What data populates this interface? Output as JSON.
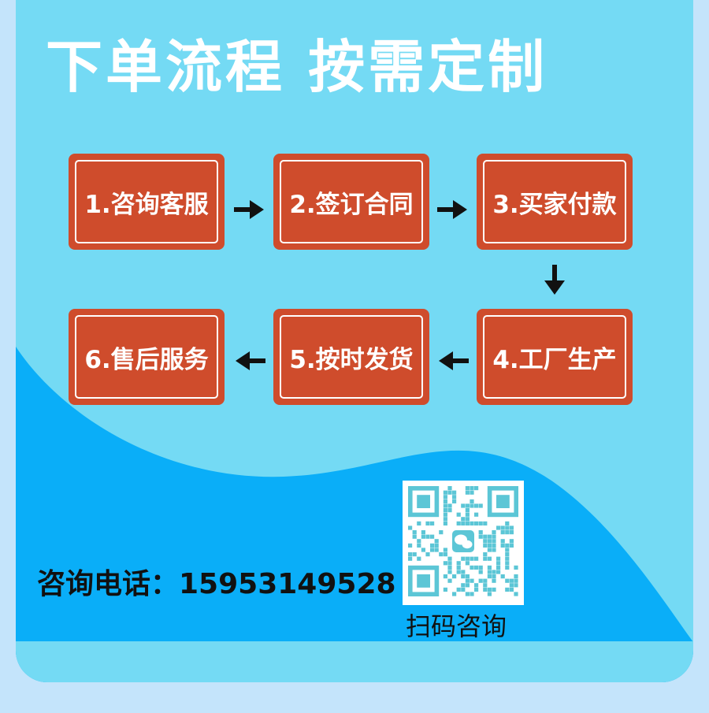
{
  "header": {
    "title": "下单流程 按需定制"
  },
  "steps": [
    {
      "label": "1.咨询客服"
    },
    {
      "label": "2.签订合同"
    },
    {
      "label": "3.买家付款"
    },
    {
      "label": "4.工厂生产"
    },
    {
      "label": "5.按时发货"
    },
    {
      "label": "6.售后服务"
    }
  ],
  "contact": {
    "phone_text": "咨询电话：15953149528",
    "qr_caption": "扫码咨询",
    "qr_icon": "wechat-icon"
  },
  "colors": {
    "page_background": "#c4e4fb",
    "card_background": "#74daf4",
    "wave_color": "#0aaef8",
    "step_fill": "#cf4c2c",
    "step_text": "#ffffff",
    "qr_module": "#5cc6d6",
    "wechat_badge": "#5cc6d6"
  }
}
